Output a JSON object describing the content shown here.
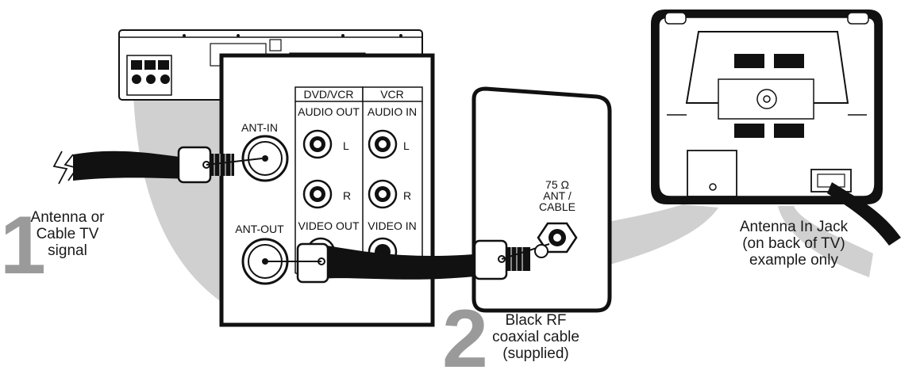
{
  "steps": [
    {
      "number": "1",
      "caption_lines": [
        "Antenna or",
        "Cable TV",
        "signal"
      ]
    },
    {
      "number": "2",
      "caption_lines": [
        "Black RF",
        "coaxial cable",
        "(supplied)"
      ]
    }
  ],
  "tv_caption_lines": [
    "Antenna In Jack",
    "(on back of TV)",
    "example only"
  ],
  "panel": {
    "ant_in": "ANT-IN",
    "ant_out": "ANT-OUT",
    "dvd_vcr": "DVD/VCR",
    "vcr": "VCR",
    "audio_out": "AUDIO OUT",
    "audio_in": "AUDIO IN",
    "video_out": "VIDEO OUT",
    "video_in": "VIDEO IN",
    "left": "L",
    "right": "R",
    "left2": "L",
    "right2": "R"
  },
  "tv_jack": {
    "line1": "75 Ω",
    "line2": "ANT /",
    "line3": "CABLE"
  },
  "colors": {
    "callout_gray": "#cfcfcf",
    "step_gray": "#9a9a9a",
    "ink": "#111111"
  }
}
